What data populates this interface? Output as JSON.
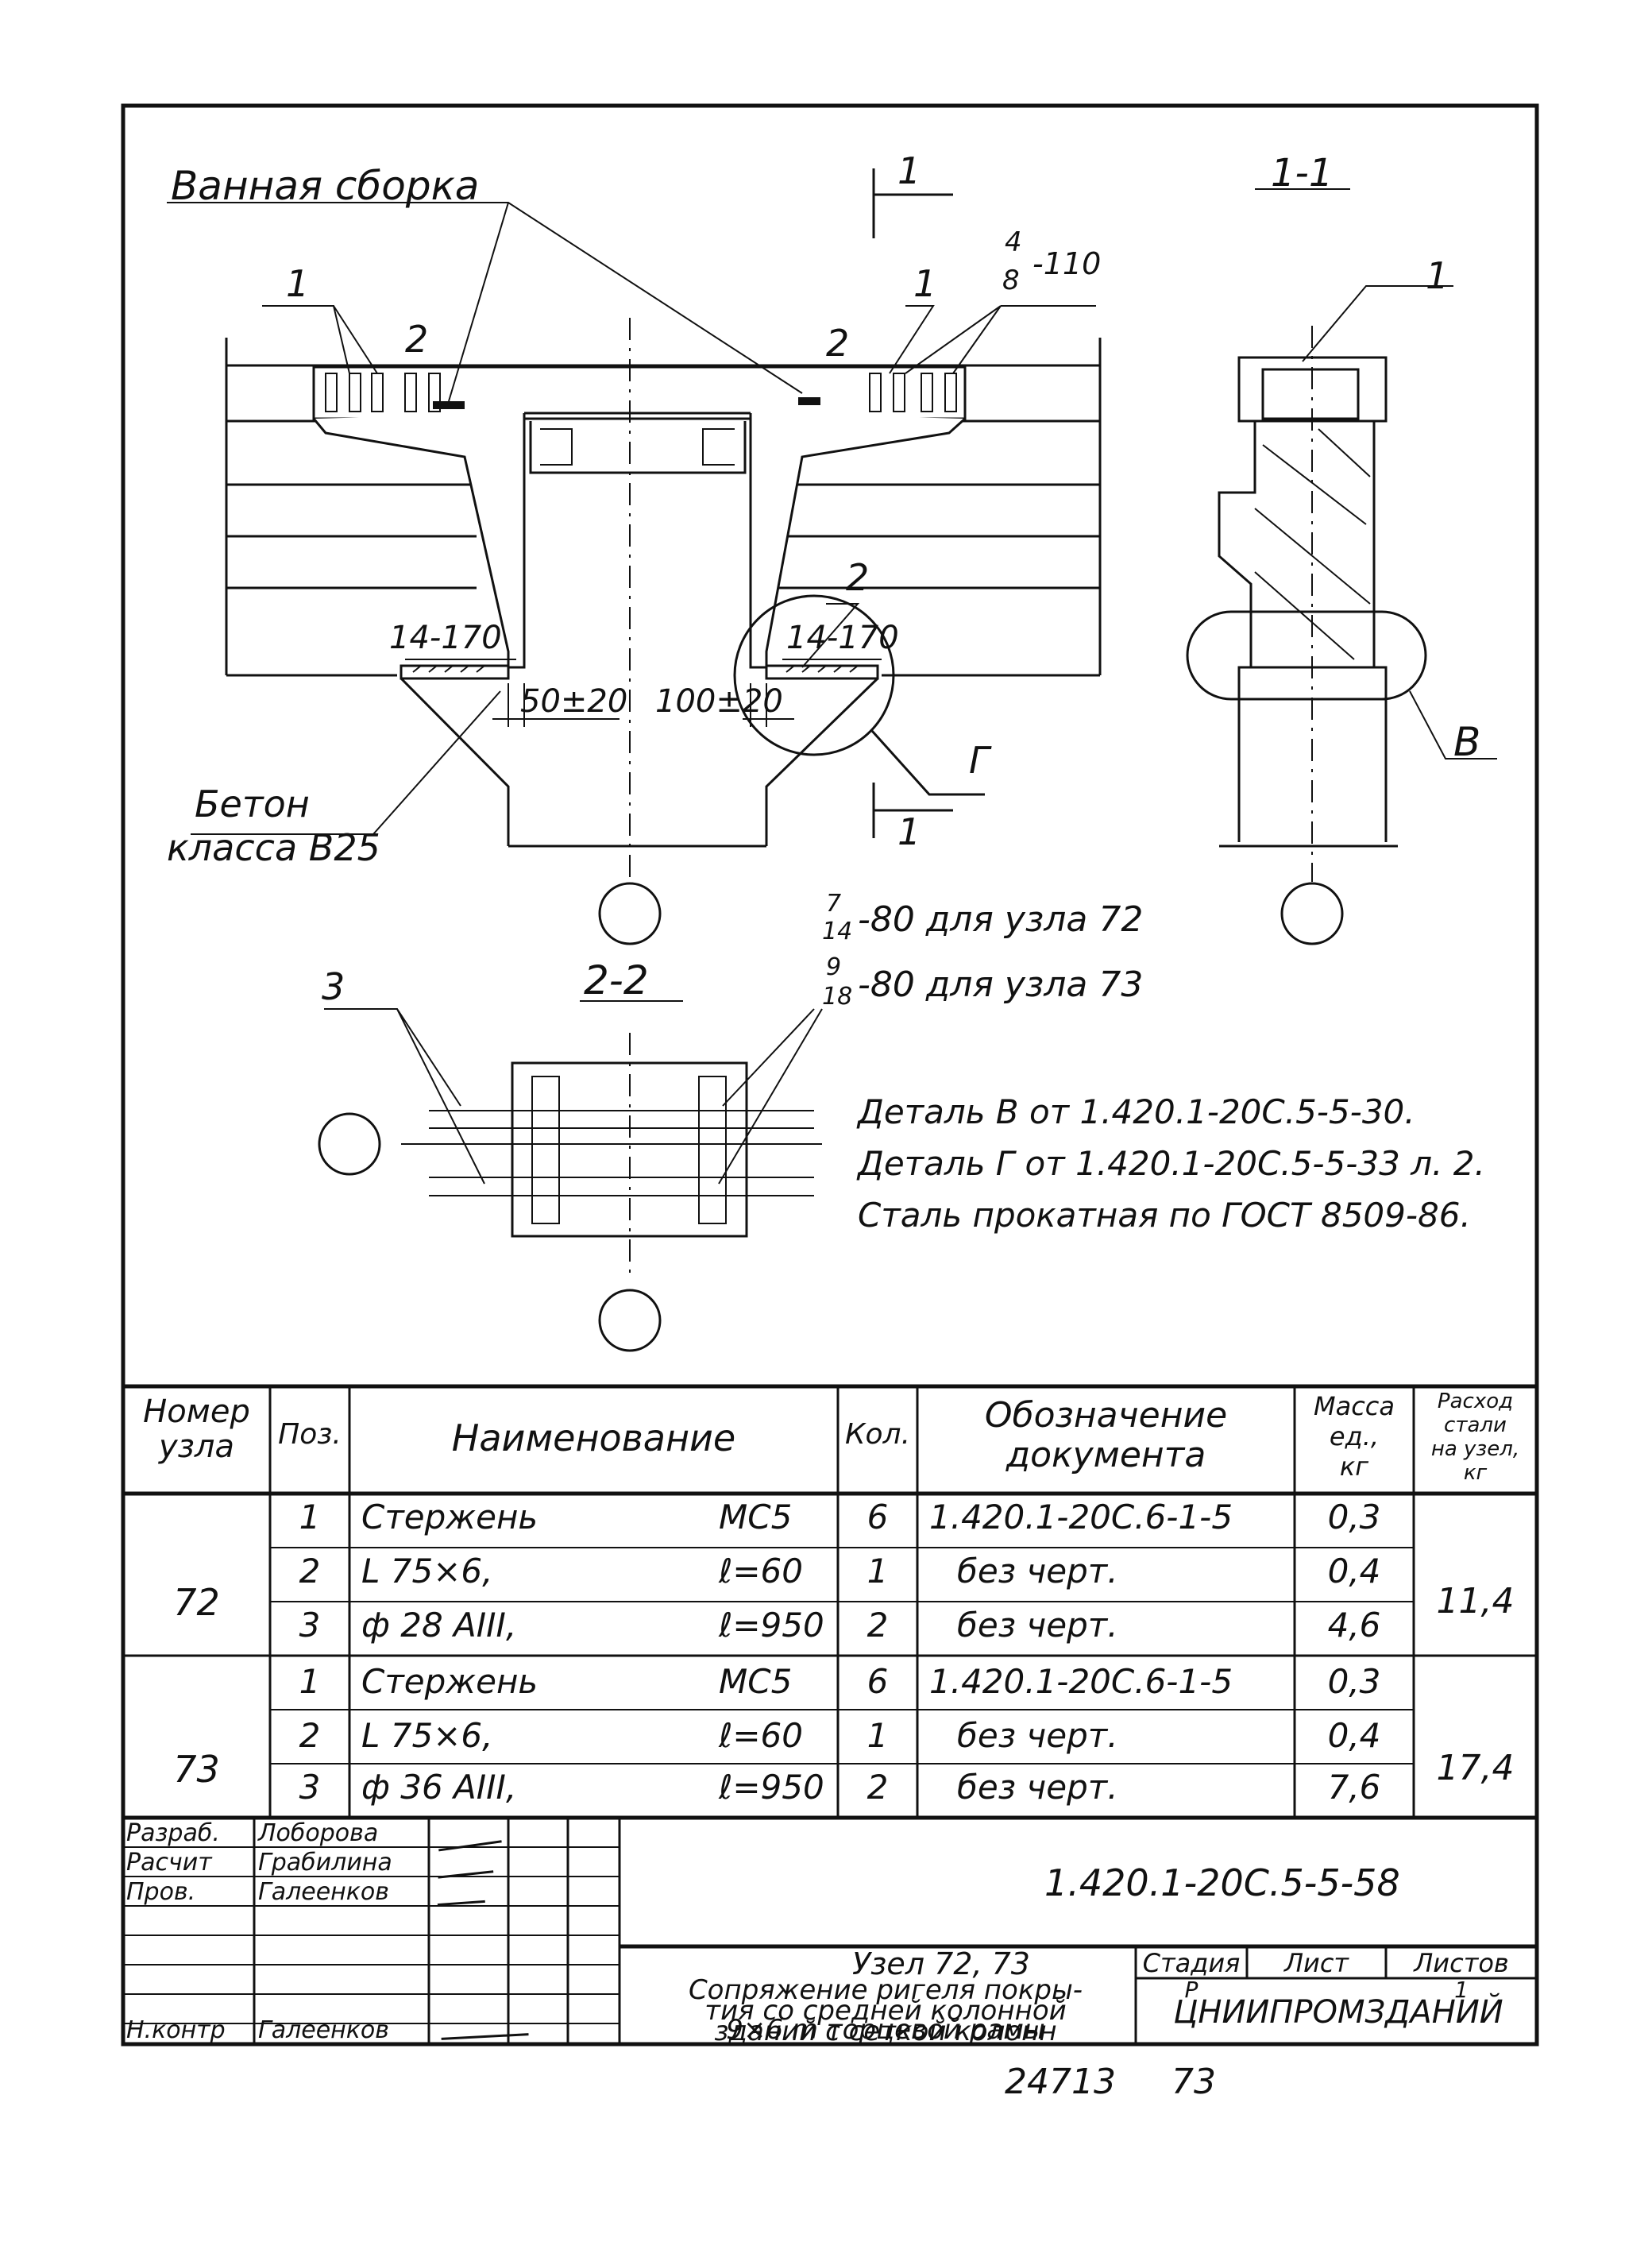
{
  "drawing": {
    "label_weld": "Ванная сборка",
    "label_concrete_1": "Бетон",
    "label_concrete_2": "класса В25",
    "callout_1": "1",
    "callout_2": "2",
    "callout_48_top": "4",
    "callout_48_bottom": "8",
    "callout_48_suffix": "-110",
    "dim_14_170": "14-170",
    "dim_50_20": "50±20",
    "dim_100_20": "100±20",
    "section_mark_1": "1",
    "section_11_title": "1-1",
    "section_22_title": "2-2",
    "detail_v": "В",
    "detail_g": "Г",
    "callout_3": "3",
    "frac_714_top": "7",
    "frac_714_bottom": "14",
    "frac_714_text": "-80 для узла 72",
    "frac_918_top": "9",
    "frac_918_bottom": "18",
    "frac_918_text": "-80 для узла 73",
    "note_1": "Деталь В от 1.420.1-20С.5-5-30.",
    "note_2": "Деталь Г от 1.420.1-20С.5-5-33 л. 2.",
    "note_3": "Сталь прокатная по ГОСТ 8509-86."
  },
  "table": {
    "headers": {
      "node_1": "Номер",
      "node_2": "узла",
      "pos": "Поз.",
      "name": "Наименование",
      "qty": "Кол.",
      "doc_1": "Обозначение",
      "doc_2": "документа",
      "mass_1": "Масса",
      "mass_2": "ед.,",
      "mass_3": "кг",
      "steel_1": "Расход",
      "steel_2": "стали",
      "steel_3": "на узел,",
      "steel_4": "кг"
    },
    "groups": [
      {
        "node": "72",
        "steel": "11,4",
        "rows": [
          {
            "pos": "1",
            "name": "Стержень",
            "spec": "МС5",
            "qty": "6",
            "doc": "1.420.1-20С.6-1-5",
            "mass": "0,3"
          },
          {
            "pos": "2",
            "name": "L 75×6,",
            "spec": "ℓ=60",
            "qty": "1",
            "doc": "без черт.",
            "mass": "0,4"
          },
          {
            "pos": "3",
            "name": "ф 28 АIII,",
            "spec": "ℓ=950",
            "qty": "2",
            "doc": "без черт.",
            "mass": "4,6"
          }
        ]
      },
      {
        "node": "73",
        "steel": "17,4",
        "rows": [
          {
            "pos": "1",
            "name": "Стержень",
            "spec": "МС5",
            "qty": "6",
            "doc": "1.420.1-20С.6-1-5",
            "mass": "0,3"
          },
          {
            "pos": "2",
            "name": "L 75×6,",
            "spec": "ℓ=60",
            "qty": "1",
            "doc": "без черт.",
            "mass": "0,4"
          },
          {
            "pos": "3",
            "name": "ф 36 АIII,",
            "spec": "ℓ=950",
            "qty": "2",
            "doc": "без черт.",
            "mass": "7,6"
          }
        ]
      }
    ]
  },
  "title_block": {
    "roles": [
      "Разраб.",
      "Расчит",
      "Пров.",
      "",
      "",
      "",
      "Н.контр"
    ],
    "names": [
      "Лоборова",
      "Грабилина",
      "Галеенков",
      "",
      "",
      "",
      "Галеенков"
    ],
    "doc_code": "1.420.1-20С.5-5-58",
    "title_1": "Узел 72, 73",
    "title_2": "Сопряжение ригеля покры-",
    "title_3": "тия со средней колонной",
    "title_4": "зданий с сеткой колонн",
    "title_5": "9×6 m торцевой рамы",
    "stage_h": "Стадия",
    "sheet_h": "Лист",
    "sheets_h": "Листов",
    "stage": "Р",
    "sheets": "1",
    "org": "ЦНИИПРОМЗДАНИЙ"
  },
  "footer": {
    "archive": "24713",
    "page": "73"
  }
}
